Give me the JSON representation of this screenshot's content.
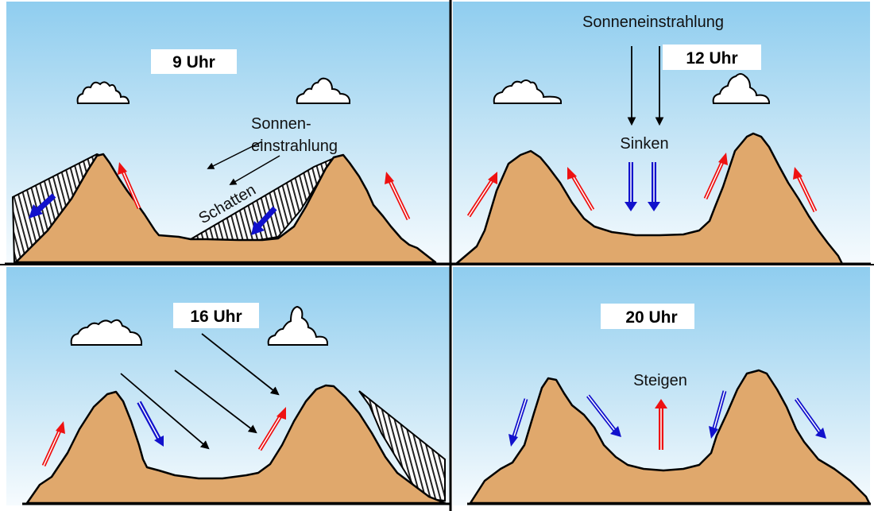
{
  "diagram": {
    "title": "Berg- und Talwind Tagesverlauf",
    "colors": {
      "sky_top": "#8fcdef",
      "sky_bottom": "#f4fafd",
      "mountain": "#e0a86c",
      "outline": "#000000",
      "warm_arrow": "#ee1111",
      "cold_arrow": "#1111cc",
      "label_box": "#ffffff"
    },
    "panels": [
      {
        "id": "9",
        "time_label": "9 Uhr",
        "sun_label_line1": "Sonnen-",
        "sun_label_line2": "einstrahlung",
        "shadow_label": "Schatten"
      },
      {
        "id": "12",
        "time_label": "12 Uhr",
        "sun_label": "Sonneneinstrahlung",
        "air_label": "Sinken"
      },
      {
        "id": "16",
        "time_label": "16 Uhr"
      },
      {
        "id": "20",
        "time_label": "20 Uhr",
        "air_label": "Steigen"
      }
    ]
  }
}
